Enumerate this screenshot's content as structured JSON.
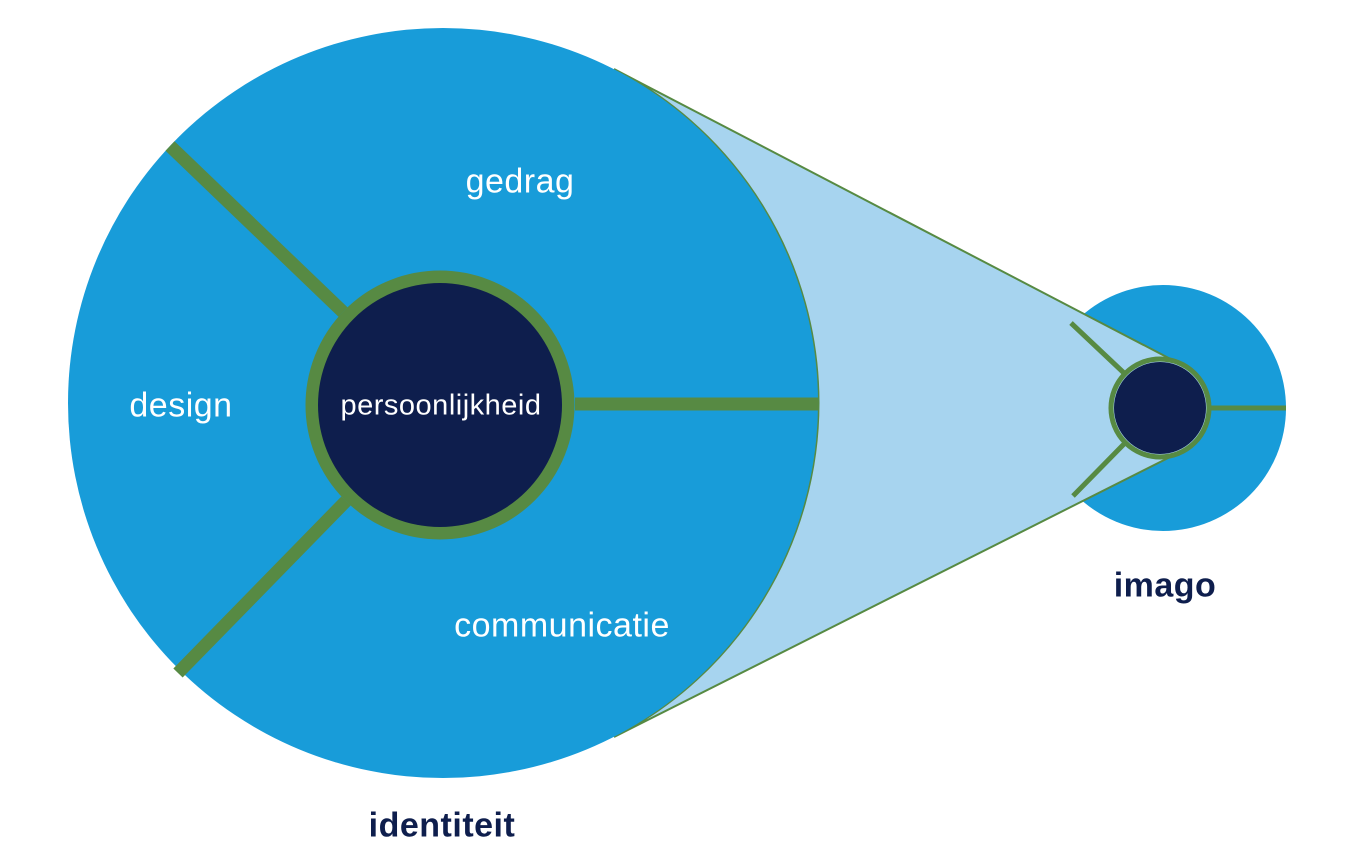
{
  "diagram": {
    "name": "identity-image-model",
    "left_circle": {
      "label": "identiteit",
      "center_label": "persoonlijkheid",
      "segments": [
        {
          "label": "gedrag"
        },
        {
          "label": "design"
        },
        {
          "label": "communicatie"
        }
      ]
    },
    "right_circle": {
      "label": "imago"
    },
    "colors": {
      "blue": "#189cd9",
      "light_blue": "#a7d4ef",
      "navy": "#0e1e4d",
      "green": "#578a43",
      "label_white": "#ffffff"
    }
  }
}
